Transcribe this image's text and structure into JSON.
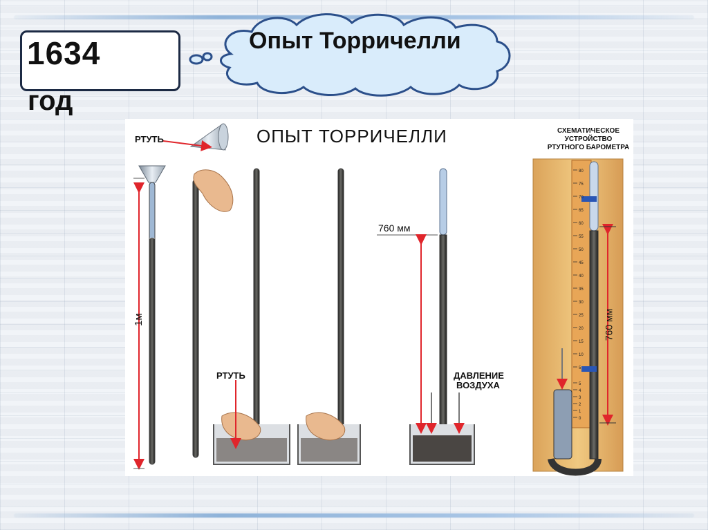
{
  "slide": {
    "year_number": "1634",
    "year_word": "год",
    "cloud_title": "Опыт Торричелли"
  },
  "figure": {
    "title": "ОПЫТ ТОРРИЧЕЛЛИ",
    "mercury_top_label": "РТУТЬ",
    "one_meter_label": "1м",
    "mercury_bottom_label": "РТУТЬ",
    "height_760_label": "760 мм",
    "air_pressure_label_line1": "ДАВЛЕНИЕ",
    "air_pressure_label_line2": "ВОЗДУХА",
    "barometer_title_line1": "СХЕМАТИЧЕСКОЕ",
    "barometer_title_line2": "УСТРОЙСТВО",
    "barometer_title_line3": "РТУТНОГО БАРОМЕТРА",
    "barometer_760_label": "760 мм",
    "scale_top": [
      "80",
      "75",
      "70",
      "65",
      "60",
      "55",
      "50",
      "45",
      "40",
      "35",
      "30",
      "25",
      "20",
      "15",
      "10",
      "5"
    ],
    "scale_bottom": [
      "5",
      "4",
      "3",
      "2",
      "1",
      "0"
    ]
  },
  "colors": {
    "cloud_fill": "#d9ecfb",
    "cloud_stroke": "#2b4f8a",
    "arrow_red": "#e0252b",
    "wood": "#e7b867",
    "ruler": "#e8a657",
    "tube_glass": "#c9d8ea",
    "mercury": "#3a3a38"
  }
}
